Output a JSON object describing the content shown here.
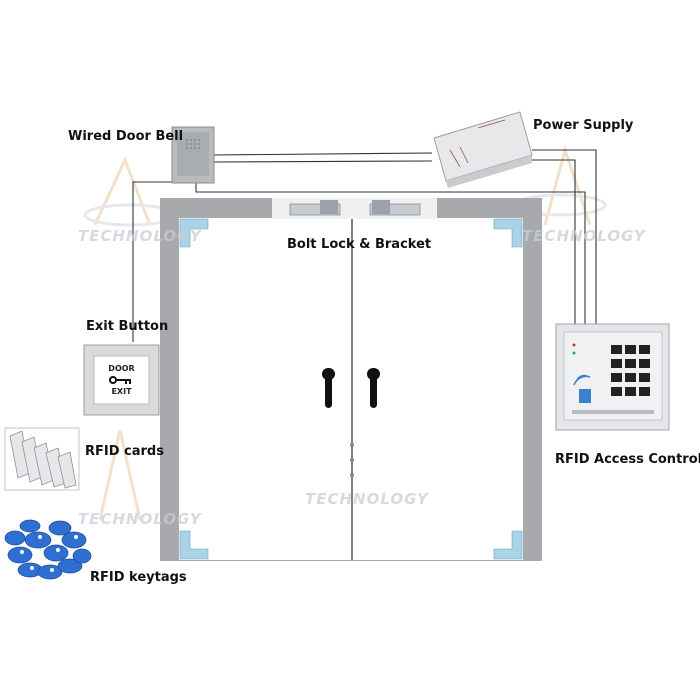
{
  "labels": {
    "door_bell": "Wired Door Bell",
    "power_supply": "Power Supply",
    "bolt_lock": "Bolt Lock & Bracket",
    "exit_button": "Exit Button",
    "rfid_cards": "RFID cards",
    "rfid_keytags": "RFID keytags",
    "rfid_controller": "RFID Access Controller"
  },
  "exit_plate": {
    "line1": "DOOR",
    "line2": "EXIT"
  },
  "watermark": "TECHNOLOGY",
  "colors": {
    "frame": "#a7a9ac",
    "wire": "#333333",
    "bracket": "#a9d3e6",
    "tag": "#2f6fd1",
    "handle": "#111111"
  }
}
